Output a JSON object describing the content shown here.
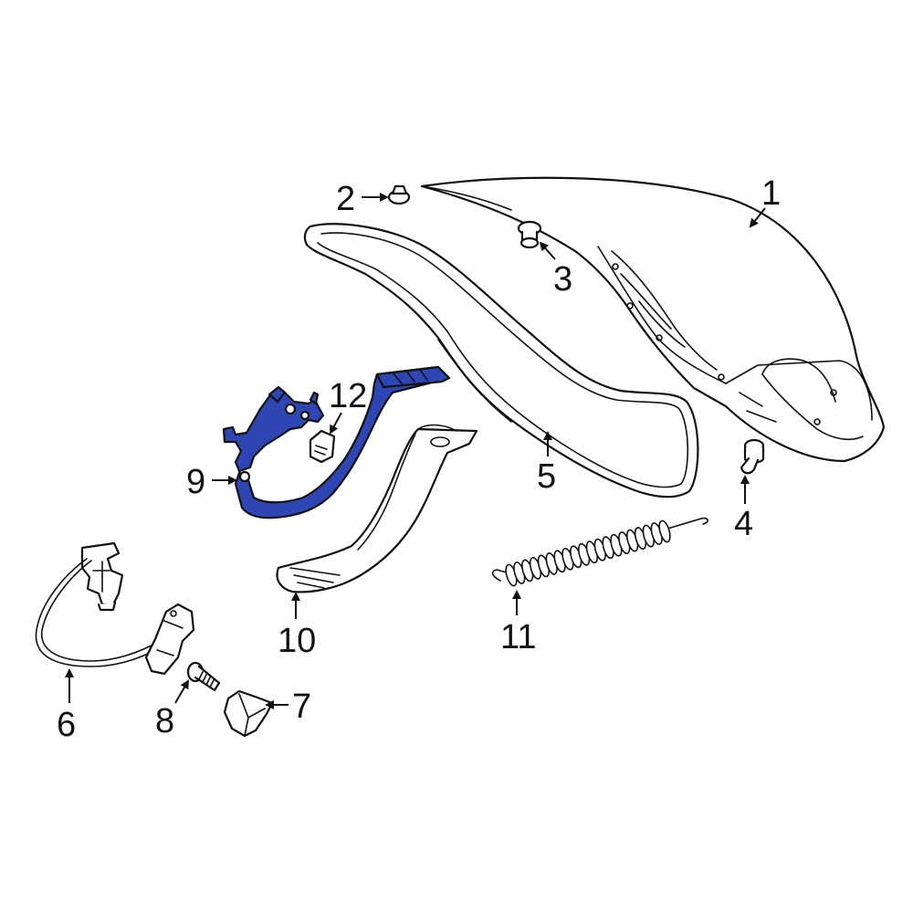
{
  "highlight_color": "#2d46b4",
  "callouts": {
    "c1": "1",
    "c2": "2",
    "c3": "3",
    "c4": "4",
    "c5": "5",
    "c6": "6",
    "c7": "7",
    "c8": "8",
    "c9": "9",
    "c10": "10",
    "c11": "11",
    "c12": "12"
  }
}
